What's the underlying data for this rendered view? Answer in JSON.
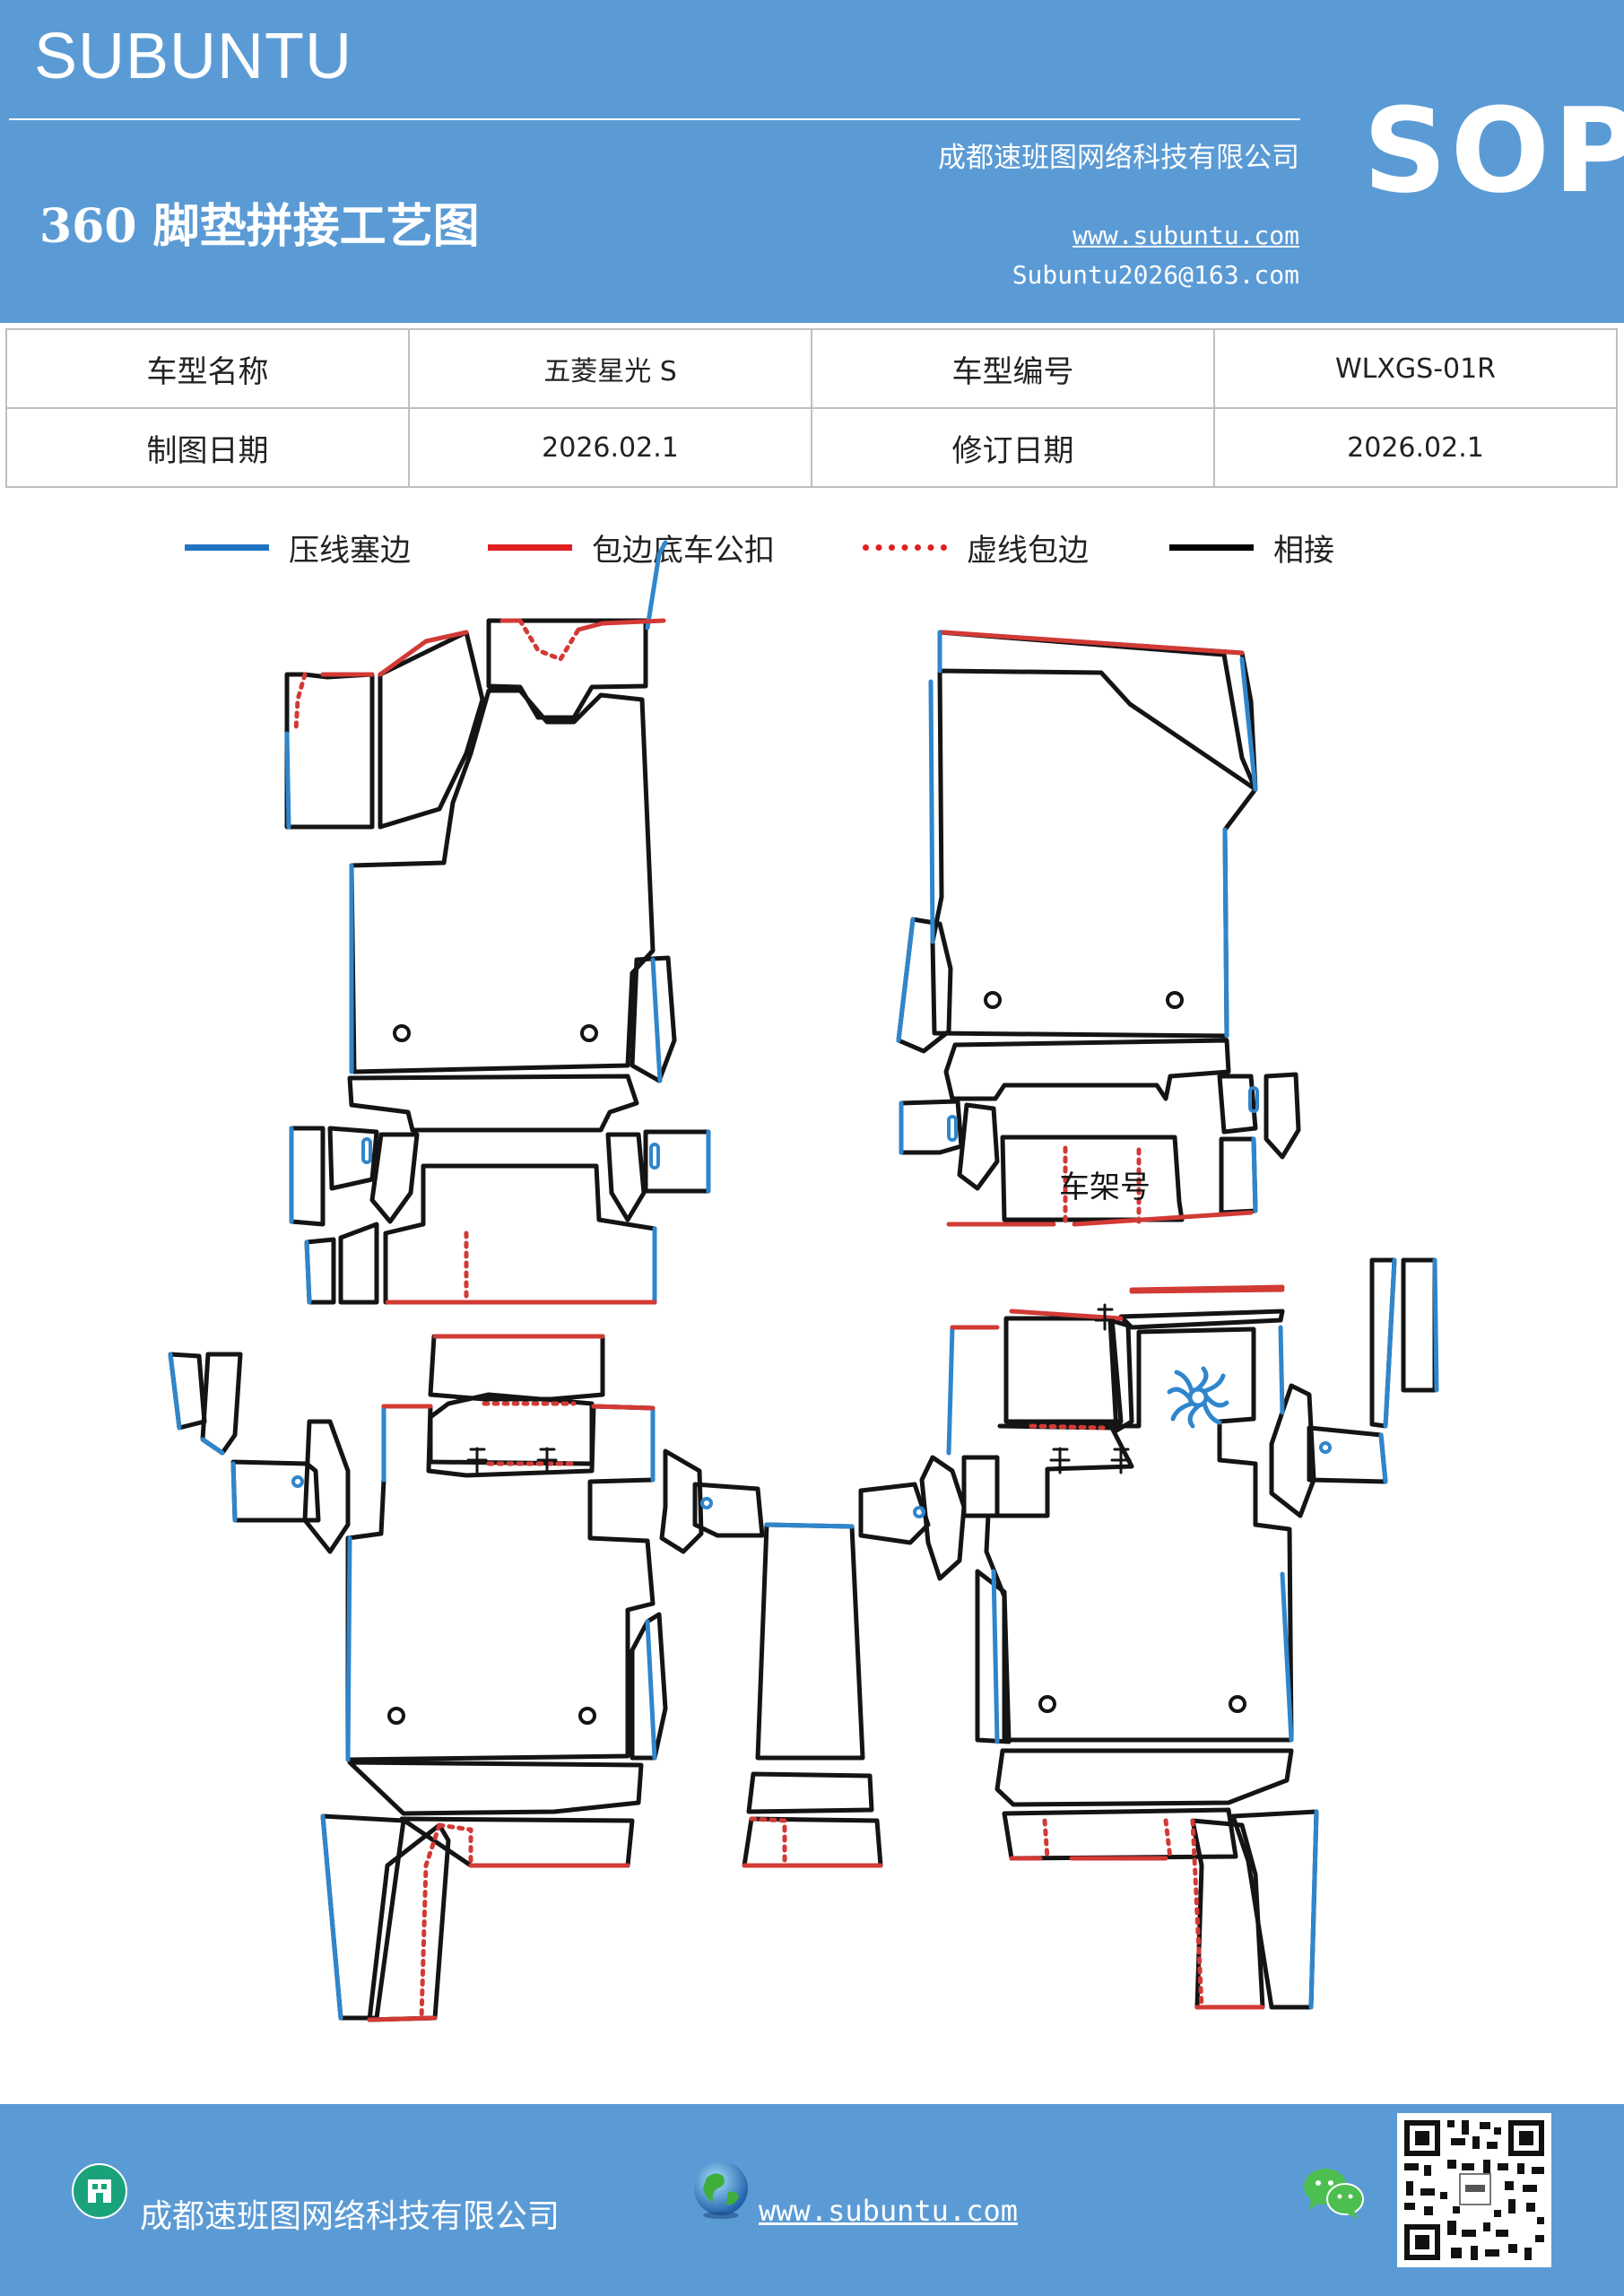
{
  "header": {
    "brand": "SUBUNTU",
    "company": "成都速班图网络科技有限公司",
    "sop": "SOP",
    "title": "360 脚垫拼接工艺图",
    "website": "www.subuntu.com",
    "email": "Subuntu2026@163.com"
  },
  "info_table": {
    "rows": [
      [
        "车型名称",
        "五菱星光 S",
        "车型编号",
        "WLXGS-01R"
      ],
      [
        "制图日期",
        "2026.02.1",
        "修订日期",
        "2026.02.1"
      ]
    ]
  },
  "legend": [
    {
      "label": "压线塞边",
      "color": "#1f74c4",
      "style": "solid"
    },
    {
      "label": "包边底车公扣",
      "color": "#e02020",
      "style": "solid"
    },
    {
      "label": "虚线包边",
      "color": "#e02020",
      "style": "dotted"
    },
    {
      "label": "相接",
      "color": "#000000",
      "style": "solid"
    }
  ],
  "diagram": {
    "frame_label": "车架号",
    "colors": {
      "blue": "#2f86cc",
      "red": "#d23a35",
      "black": "#141414"
    }
  },
  "footer": {
    "company": "成都速班图网络科技有限公司",
    "website": "www.subuntu.com",
    "icons": [
      "building-icon",
      "globe-icon",
      "wechat-icon",
      "qr-code"
    ]
  }
}
